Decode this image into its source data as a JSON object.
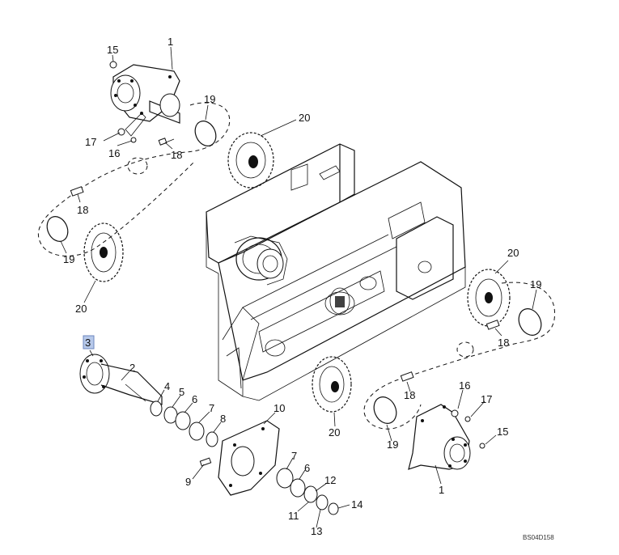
{
  "diagram": {
    "code": "BS04D158",
    "callouts": {
      "c1_top": "1",
      "c15_top": "15",
      "c19_top": "19",
      "c20_top": "20",
      "c17_top": "17",
      "c16_top": "16",
      "c18_top": "18",
      "c18_left": "18",
      "c19_left": "19",
      "c20_left": "20",
      "c3": "3",
      "c2": "2",
      "c4": "4",
      "c5": "5",
      "c6": "6",
      "c7": "7",
      "c8": "8",
      "c10": "10",
      "c9": "9",
      "c7_b": "7",
      "c6_b": "6",
      "c12": "12",
      "c14": "14",
      "c11": "11",
      "c13": "13",
      "c20_right": "20",
      "c19_right": "19",
      "c18_right": "18",
      "c16_right": "16",
      "c17_right": "17",
      "c18_mid": "18",
      "c15_right": "15",
      "c20_bottom": "20",
      "c19_bottom": "19",
      "c1_bottom": "1"
    },
    "highlighted_callout": "3"
  }
}
